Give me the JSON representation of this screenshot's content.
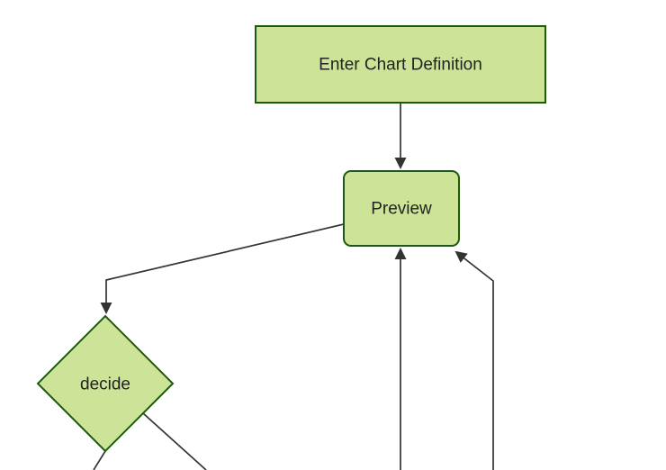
{
  "diagram": {
    "type": "flowchart-top-down",
    "nodes": [
      {
        "id": "enter-chart-definition",
        "label": "Enter Chart Definition",
        "shape": "rectangle"
      },
      {
        "id": "preview",
        "label": "Preview",
        "shape": "rounded-rectangle"
      },
      {
        "id": "decide",
        "label": "decide",
        "shape": "diamond"
      }
    ],
    "edges": [
      {
        "from": "enter-chart-definition",
        "to": "preview",
        "arrowhead": true
      },
      {
        "from": "preview",
        "to": "decide",
        "arrowhead": true
      },
      {
        "from": "offscreen-bottom-center",
        "to": "preview",
        "arrowhead": true
      },
      {
        "from": "offscreen-bottom-right",
        "to": "preview",
        "arrowhead": true
      },
      {
        "from": "decide",
        "to": "offscreen-bottom-left",
        "arrowhead": false
      },
      {
        "from": "decide",
        "to": "offscreen-bottom-right",
        "arrowhead": false
      }
    ]
  },
  "colors": {
    "background": "#ffffff",
    "node_fill": "#cde498",
    "node_border": "#1c5a10",
    "edge_line": "#333333",
    "label_text": "#222222"
  }
}
